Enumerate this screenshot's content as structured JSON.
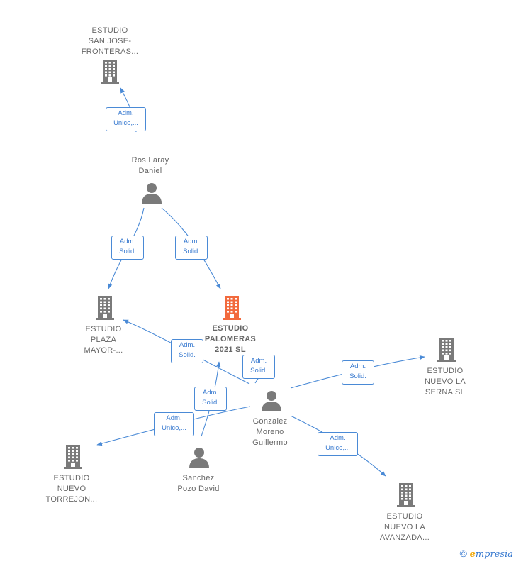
{
  "colors": {
    "edge": "#4a8ad6",
    "icon": "#7a7a7a",
    "icon_main": "#f26a3d",
    "text": "#666666"
  },
  "nodes": [
    {
      "id": "estudio-san-jose",
      "kind": "company",
      "lines": [
        "ESTUDIO",
        "SAN JOSE-",
        "FRONTERAS..."
      ]
    },
    {
      "id": "ros-laray",
      "kind": "person",
      "lines": [
        "Ros Laray",
        "Daniel"
      ]
    },
    {
      "id": "estudio-plaza",
      "kind": "company",
      "lines": [
        "ESTUDIO",
        "PLAZA",
        "MAYOR-..."
      ]
    },
    {
      "id": "estudio-palomeras",
      "kind": "company-main",
      "lines": [
        "ESTUDIO",
        "PALOMERAS",
        "2021  SL"
      ]
    },
    {
      "id": "estudio-nuevo-serna",
      "kind": "company",
      "lines": [
        "ESTUDIO",
        "NUEVO LA",
        "SERNA  SL"
      ]
    },
    {
      "id": "gonzalez-moreno",
      "kind": "person",
      "lines": [
        "Gonzalez",
        "Moreno",
        "Guillermo"
      ]
    },
    {
      "id": "estudio-nuevo-torrejon",
      "kind": "company",
      "lines": [
        "ESTUDIO",
        "NUEVO",
        "TORREJON..."
      ]
    },
    {
      "id": "sanchez-pozo",
      "kind": "person",
      "lines": [
        "Sanchez",
        "Pozo David"
      ]
    },
    {
      "id": "estudio-nuevo-avanzada",
      "kind": "company",
      "lines": [
        "ESTUDIO",
        "NUEVO LA",
        "AVANZADA..."
      ]
    }
  ],
  "edges": [
    {
      "id": "e1",
      "lines": [
        "Adm.",
        "Unico,..."
      ]
    },
    {
      "id": "e2",
      "lines": [
        "Adm.",
        "Solid."
      ]
    },
    {
      "id": "e3",
      "lines": [
        "Adm.",
        "Solid."
      ]
    },
    {
      "id": "e4",
      "lines": [
        "Adm.",
        "Solid."
      ]
    },
    {
      "id": "e5",
      "lines": [
        "Adm.",
        "Solid."
      ]
    },
    {
      "id": "e6",
      "lines": [
        "Adm.",
        "Solid."
      ]
    },
    {
      "id": "e7",
      "lines": [
        "Adm.",
        "Unico,..."
      ]
    },
    {
      "id": "e8",
      "lines": [
        "Adm.",
        "Solid."
      ]
    },
    {
      "id": "e9",
      "lines": [
        "Adm.",
        "Unico,..."
      ]
    }
  ],
  "brand": {
    "copyright": "©",
    "name_initial": "e",
    "name_rest": "mpresia"
  }
}
